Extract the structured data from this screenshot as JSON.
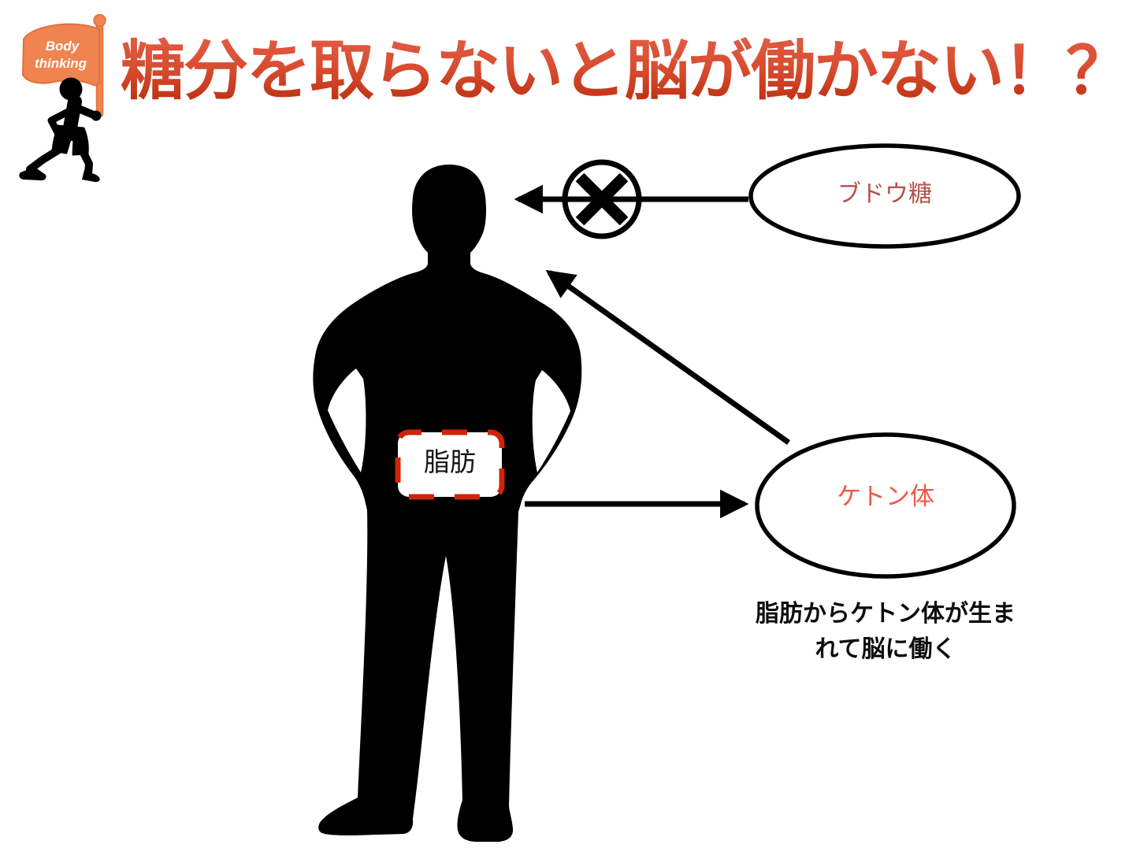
{
  "title": {
    "text": "糖分を取らないと脳が働かない！？",
    "color_top": "#e2604a",
    "color_bottom": "#b52708"
  },
  "logo": {
    "flag_line1": "Body",
    "flag_line2": "thinking",
    "flag_color": "#ef8450",
    "figure": "running-child-silhouette"
  },
  "diagram": {
    "figure": "standing-man-silhouette",
    "figure_color": "#000000",
    "fat_box": {
      "label": "脂肪",
      "border_color": "#cf2409",
      "fill": "#ffffff",
      "border_style": "dashed"
    },
    "glucose_ellipse": {
      "label": "ブドウ糖",
      "text_color": "#b5524a",
      "stroke_color": "#000000"
    },
    "ketone_ellipse": {
      "label": "ケトン体",
      "text_color": "#ec5a45",
      "stroke_color": "#000000"
    },
    "arrows": [
      {
        "name": "glucose-to-brain",
        "blocked": true,
        "symbol": "crossed-circle"
      },
      {
        "name": "ketone-to-brain",
        "blocked": false
      },
      {
        "name": "fat-to-ketone",
        "blocked": false
      }
    ],
    "caption": {
      "line1": "脂肪からケトン体が生ま",
      "line2": "れて脳に働く"
    }
  }
}
